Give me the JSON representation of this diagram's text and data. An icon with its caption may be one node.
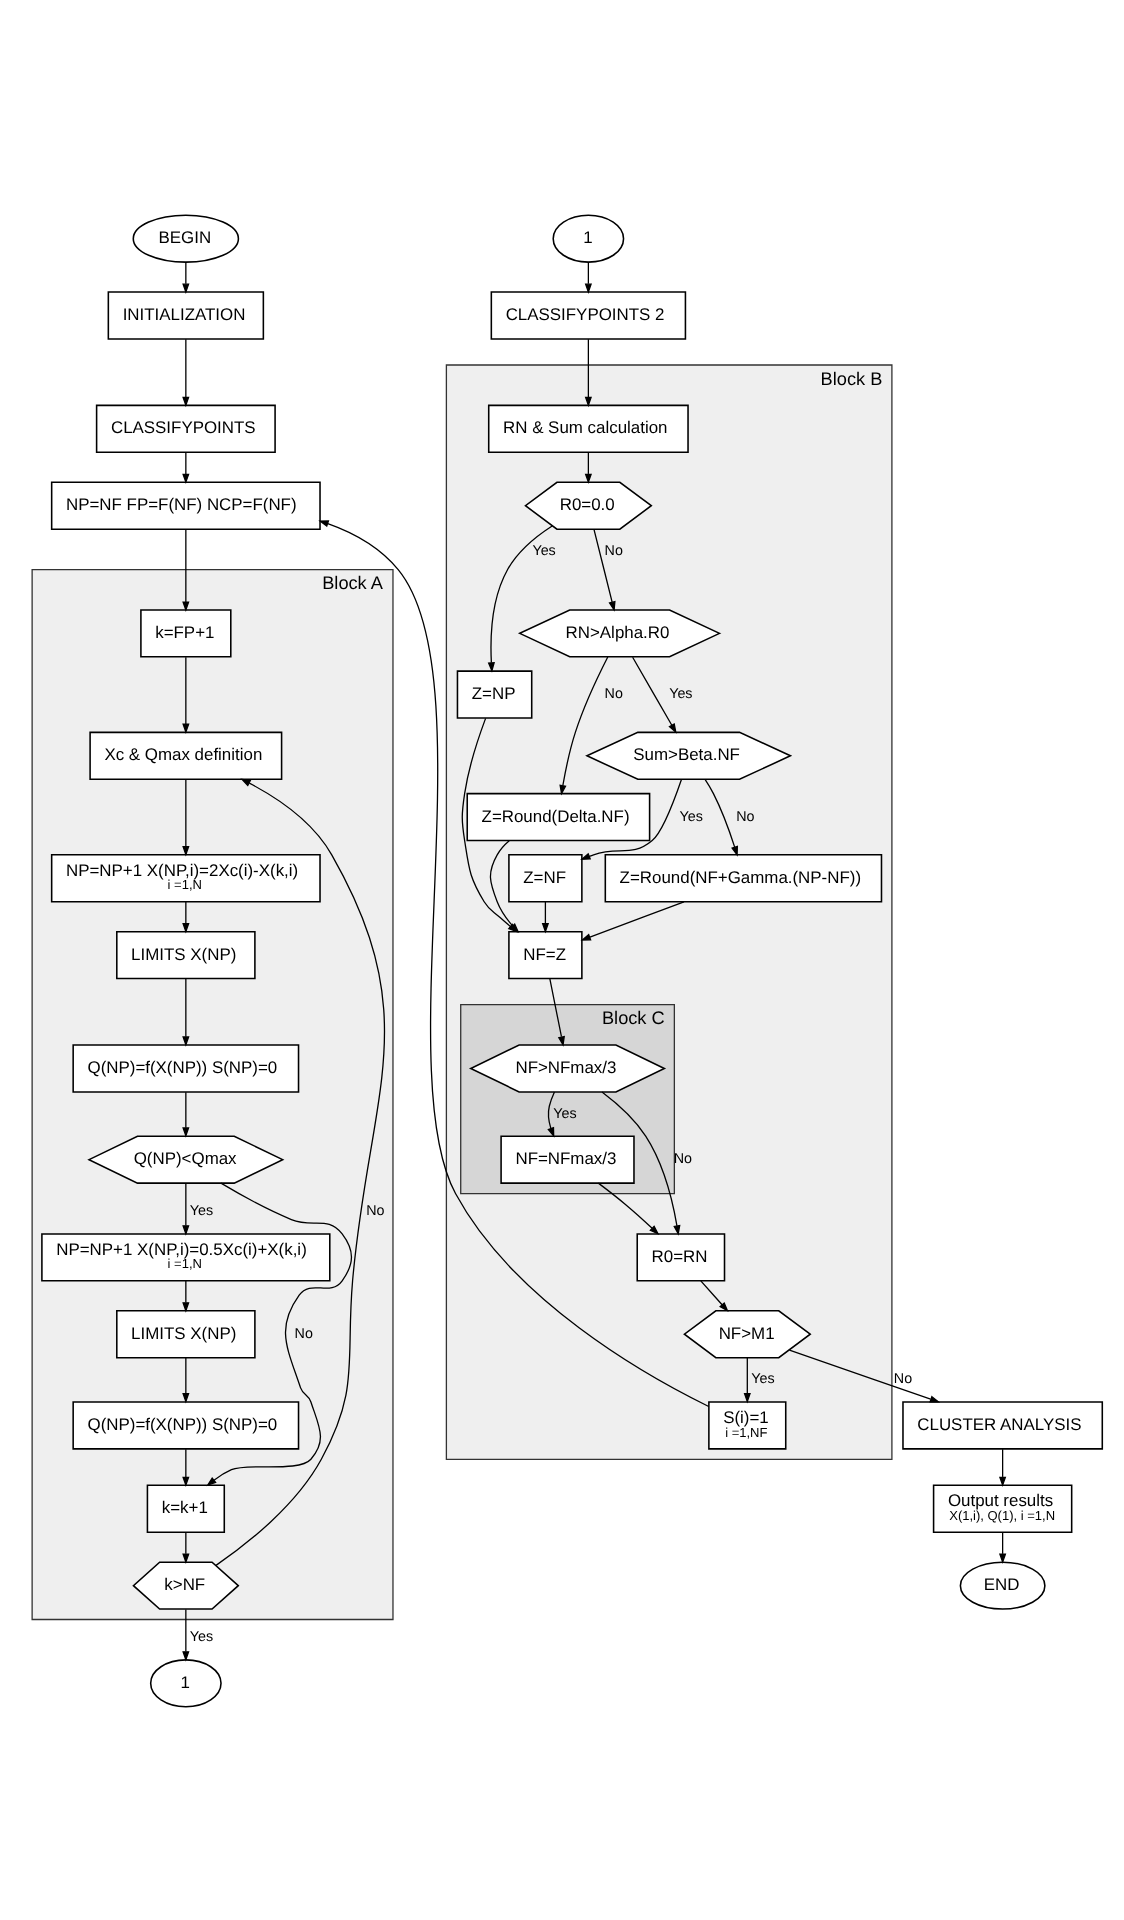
{
  "diagram": {
    "nodes": [
      {
        "text": [
          "BEGIN"
        ]
      },
      {
        "text": [
          "INITIALIZATION"
        ]
      },
      {
        "text": [
          "CLASSIFYPOINTS"
        ]
      },
      {
        "text": [
          "NP=NF FP=F(NF) NCP=F(NF)"
        ]
      },
      {
        "text": [
          "Block A"
        ]
      },
      {
        "text": [
          "k=FP+1"
        ],
        "in": 4
      },
      {
        "text": [
          "Xc & Qmax definition"
        ],
        "in": 4
      },
      {
        "text": [
          "NP=NP+1 X(NP,i)=2Xc(i)-X(k,i)",
          "i =1,N"
        ],
        "in": 4
      },
      {
        "text": [
          "LIMITS X(NP)"
        ],
        "in": 4
      },
      {
        "text": [
          "Q(NP)=f(X(NP)) S(NP)=0"
        ],
        "in": 4
      },
      {
        "text": [
          "Q(NP)<Qmax"
        ],
        "in": 4
      },
      {
        "text": [
          "NP=NP+1 X(NP,i)=0.5Xc(i)+X(k,i)",
          "i =1,N"
        ],
        "in": 4
      },
      {
        "text": [
          "LIMITS X(NP)"
        ],
        "in": 4
      },
      {
        "text": [
          "Q(NP)=f(X(NP)) S(NP)=0"
        ],
        "in": 4
      },
      {
        "text": [
          "k=k+1"
        ],
        "in": 4
      },
      {
        "text": [
          "k>NF"
        ],
        "in": 4
      },
      {
        "text": [
          "1"
        ]
      },
      {
        "text": [
          "1"
        ]
      },
      {
        "text": [
          "CLASSIFYPOINTS 2"
        ]
      },
      {
        "text": [
          "Block B"
        ]
      },
      {
        "text": [
          "RN & Sum calculation"
        ],
        "in": 19
      },
      {
        "text": [
          "R0=0.0"
        ],
        "in": 19
      },
      {
        "text": [
          "Z=NP"
        ],
        "in": 19
      },
      {
        "text": [
          "RN>Alpha.R0"
        ],
        "in": 19
      },
      {
        "text": [
          "Z=Round(Delta.NF)"
        ],
        "in": 19
      },
      {
        "text": [
          "Sum>Beta.NF"
        ],
        "in": 19
      },
      {
        "text": [
          "Z=NF"
        ],
        "in": 19
      },
      {
        "text": [
          "Z=Round(NF+Gamma.(NP-NF))"
        ],
        "in": 19
      },
      {
        "text": [
          "NF=Z"
        ],
        "in": 19
      },
      {
        "text": [
          "Block C"
        ],
        "in": 19
      },
      {
        "text": [
          "NF>NFmax/3"
        ],
        "in": 29
      },
      {
        "text": [
          "NF=NFmax/3"
        ],
        "in": 29
      },
      {
        "text": [
          "R0=RN"
        ],
        "in": 19
      },
      {
        "text": [
          "NF>M1"
        ],
        "in": 19
      },
      {
        "text": [
          "S(i)=1",
          "i =1,NF"
        ],
        "in": 19
      },
      {
        "text": [
          "CLUSTER ANALYSIS"
        ]
      },
      {
        "text": [
          "Output results",
          "X(1,i), Q(1), i =1,N"
        ]
      },
      {
        "text": [
          "END"
        ]
      }
    ],
    "edges": [
      {
        "from": 0,
        "to": 1,
        "arrow": "to"
      },
      {
        "from": 1,
        "to": 2,
        "arrow": "to"
      },
      {
        "from": 2,
        "to": 3,
        "arrow": "to"
      },
      {
        "from": 3,
        "to": 5,
        "arrow": "to"
      },
      {
        "from": 5,
        "to": 6,
        "arrow": "to"
      },
      {
        "from": 6,
        "to": 7,
        "arrow": "to"
      },
      {
        "from": 7,
        "to": 8,
        "arrow": "to"
      },
      {
        "from": 8,
        "to": 9,
        "arrow": "to"
      },
      {
        "from": 9,
        "to": 10,
        "arrow": "to"
      },
      {
        "from": 10,
        "to": 11,
        "label": "Yes",
        "arrow": "to"
      },
      {
        "from": 10,
        "to": 14,
        "label": "No",
        "arrow": "to"
      },
      {
        "from": 11,
        "to": 12,
        "arrow": "to"
      },
      {
        "from": 12,
        "to": 13,
        "arrow": "to"
      },
      {
        "from": 13,
        "to": 14,
        "arrow": "to"
      },
      {
        "from": 14,
        "to": 15,
        "arrow": "to"
      },
      {
        "from": 15,
        "to": 6,
        "label": "No",
        "arrow": "to"
      },
      {
        "from": 15,
        "to": 16,
        "label": "Yes",
        "arrow": "to"
      },
      {
        "from": 17,
        "to": 18,
        "arrow": "to"
      },
      {
        "from": 18,
        "to": 20,
        "arrow": "to"
      },
      {
        "from": 20,
        "to": 21,
        "arrow": "to"
      },
      {
        "from": 21,
        "to": 22,
        "label": "Yes",
        "arrow": "to"
      },
      {
        "from": 21,
        "to": 23,
        "label": "No",
        "arrow": "to"
      },
      {
        "from": 23,
        "to": 24,
        "label": "No",
        "arrow": "to"
      },
      {
        "from": 23,
        "to": 25,
        "label": "Yes",
        "arrow": "to"
      },
      {
        "from": 25,
        "to": 26,
        "label": "Yes",
        "arrow": "to"
      },
      {
        "from": 25,
        "to": 27,
        "label": "No",
        "arrow": "to"
      },
      {
        "from": 22,
        "to": 28,
        "arrow": "to"
      },
      {
        "from": 24,
        "to": 28,
        "arrow": "to"
      },
      {
        "from": 26,
        "to": 28,
        "arrow": "to"
      },
      {
        "from": 27,
        "to": 28,
        "arrow": "to"
      },
      {
        "from": 28,
        "to": 30,
        "arrow": "to"
      },
      {
        "from": 30,
        "to": 31,
        "label": "Yes",
        "arrow": "to"
      },
      {
        "from": 30,
        "to": 32,
        "label": "No",
        "arrow": "to"
      },
      {
        "from": 31,
        "to": 32,
        "arrow": "to"
      },
      {
        "from": 32,
        "to": 33,
        "arrow": "to"
      },
      {
        "from": 33,
        "to": 34,
        "label": "Yes",
        "arrow": "to"
      },
      {
        "from": 33,
        "to": 35,
        "label": "No",
        "arrow": "to"
      },
      {
        "from": 34,
        "to": 3,
        "arrow": "to"
      },
      {
        "from": 35,
        "to": 36,
        "arrow": "to"
      },
      {
        "from": 36,
        "to": 37,
        "arrow": "to"
      }
    ]
  }
}
